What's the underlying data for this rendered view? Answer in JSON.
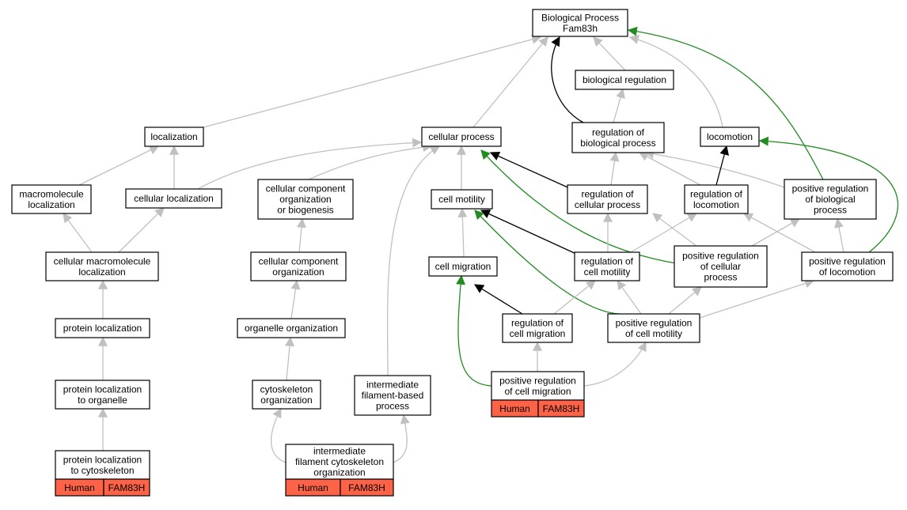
{
  "colors": {
    "is_a": "#c0c0c0",
    "regulates": "#000000",
    "positively_regulates": "#228b22",
    "annotation": "#ff6347"
  },
  "nodes": [
    {
      "id": "bp",
      "lines": [
        "Biological Process",
        "Fam83h"
      ]
    },
    {
      "id": "breg",
      "lines": [
        "biological regulation"
      ]
    },
    {
      "id": "loc",
      "lines": [
        "localization"
      ]
    },
    {
      "id": "cellproc",
      "lines": [
        "cellular process"
      ]
    },
    {
      "id": "regbp",
      "lines": [
        "regulation of",
        "biological process"
      ]
    },
    {
      "id": "locom",
      "lines": [
        "locomotion"
      ]
    },
    {
      "id": "macroloc",
      "lines": [
        "macromolecule",
        "localization"
      ]
    },
    {
      "id": "cellloc",
      "lines": [
        "cellular localization"
      ]
    },
    {
      "id": "ccob",
      "lines": [
        "cellular component",
        "organization",
        "or biogenesis"
      ]
    },
    {
      "id": "cellmot",
      "lines": [
        "cell motility"
      ]
    },
    {
      "id": "regcp",
      "lines": [
        "regulation of",
        "cellular process"
      ]
    },
    {
      "id": "reglocom",
      "lines": [
        "regulation of",
        "locomotion"
      ]
    },
    {
      "id": "posregbp",
      "lines": [
        "positive regulation",
        "of biological",
        "process"
      ]
    },
    {
      "id": "cmacroloc",
      "lines": [
        "cellular macromolecule",
        "localization"
      ]
    },
    {
      "id": "cco",
      "lines": [
        "cellular component",
        "organization"
      ]
    },
    {
      "id": "cellmig",
      "lines": [
        "cell migration"
      ]
    },
    {
      "id": "regcellmot",
      "lines": [
        "regulation of",
        "cell motility"
      ]
    },
    {
      "id": "posregcp",
      "lines": [
        "positive regulation",
        "of cellular",
        "process"
      ]
    },
    {
      "id": "posreglocom",
      "lines": [
        "positive regulation",
        "of locomotion"
      ]
    },
    {
      "id": "protloc",
      "lines": [
        "protein localization"
      ]
    },
    {
      "id": "orgorg",
      "lines": [
        "organelle organization"
      ]
    },
    {
      "id": "regcellmig",
      "lines": [
        "regulation of",
        "cell migration"
      ]
    },
    {
      "id": "posregcellmot",
      "lines": [
        "positive regulation",
        "of cell motility"
      ]
    },
    {
      "id": "protlocorg",
      "lines": [
        "protein localization",
        "to organelle"
      ]
    },
    {
      "id": "cytoorg",
      "lines": [
        "cytoskeleton",
        "organization"
      ]
    },
    {
      "id": "ifbp",
      "lines": [
        "intermediate",
        "filament-based",
        "process"
      ]
    },
    {
      "id": "posregcellmig",
      "lines": [
        "positive regulation",
        "of cell migration"
      ],
      "annotation": [
        "Human",
        "FAM83H"
      ]
    },
    {
      "id": "protloccyto",
      "lines": [
        "protein localization",
        "to cytoskeleton"
      ],
      "annotation": [
        "Human",
        "FAM83H"
      ]
    },
    {
      "id": "ifco",
      "lines": [
        "intermediate",
        "filament cytoskeleton",
        "organization"
      ],
      "annotation": [
        "Human",
        "FAM83H"
      ]
    }
  ],
  "edges": [
    {
      "from": "loc",
      "to": "bp",
      "type": "is_a"
    },
    {
      "from": "cellproc",
      "to": "bp",
      "type": "is_a"
    },
    {
      "from": "breg",
      "to": "bp",
      "type": "is_a"
    },
    {
      "from": "regbp",
      "to": "bp",
      "type": "regulates"
    },
    {
      "from": "locom",
      "to": "bp",
      "type": "is_a"
    },
    {
      "from": "posregbp",
      "to": "bp",
      "type": "positively_regulates"
    },
    {
      "from": "regbp",
      "to": "breg",
      "type": "is_a"
    },
    {
      "from": "macroloc",
      "to": "loc",
      "type": "is_a"
    },
    {
      "from": "cellloc",
      "to": "loc",
      "type": "is_a"
    },
    {
      "from": "cellloc",
      "to": "cellproc",
      "type": "is_a"
    },
    {
      "from": "ccob",
      "to": "cellproc",
      "type": "is_a"
    },
    {
      "from": "ifbp",
      "to": "cellproc",
      "type": "is_a"
    },
    {
      "from": "cellmot",
      "to": "cellproc",
      "type": "is_a"
    },
    {
      "from": "regcp",
      "to": "cellproc",
      "type": "regulates"
    },
    {
      "from": "posregcp",
      "to": "cellproc",
      "type": "positively_regulates"
    },
    {
      "from": "regcp",
      "to": "regbp",
      "type": "is_a"
    },
    {
      "from": "reglocom",
      "to": "regbp",
      "type": "is_a"
    },
    {
      "from": "posregbp",
      "to": "regbp",
      "type": "is_a"
    },
    {
      "from": "reglocom",
      "to": "locom",
      "type": "regulates"
    },
    {
      "from": "posreglocom",
      "to": "locom",
      "type": "positively_regulates"
    },
    {
      "from": "cellmig",
      "to": "cellmot",
      "type": "is_a"
    },
    {
      "from": "regcellmot",
      "to": "cellmot",
      "type": "regulates"
    },
    {
      "from": "posregcellmot",
      "to": "cellmot",
      "type": "positively_regulates"
    },
    {
      "from": "regcellmot",
      "to": "regcp",
      "type": "is_a"
    },
    {
      "from": "regcellmot",
      "to": "reglocom",
      "type": "is_a"
    },
    {
      "from": "posregcp",
      "to": "regcp",
      "type": "is_a"
    },
    {
      "from": "posregcp",
      "to": "posregbp",
      "type": "is_a"
    },
    {
      "from": "posreglocom",
      "to": "reglocom",
      "type": "is_a"
    },
    {
      "from": "posreglocom",
      "to": "posregbp",
      "type": "is_a"
    },
    {
      "from": "cmacroloc",
      "to": "macroloc",
      "type": "is_a"
    },
    {
      "from": "cmacroloc",
      "to": "cellloc",
      "type": "is_a"
    },
    {
      "from": "cco",
      "to": "ccob",
      "type": "is_a"
    },
    {
      "from": "orgorg",
      "to": "cco",
      "type": "is_a"
    },
    {
      "from": "protloc",
      "to": "cmacroloc",
      "type": "is_a"
    },
    {
      "from": "protlocorg",
      "to": "protloc",
      "type": "is_a"
    },
    {
      "from": "protloccyto",
      "to": "protlocorg",
      "type": "is_a"
    },
    {
      "from": "cytoorg",
      "to": "orgorg",
      "type": "is_a"
    },
    {
      "from": "ifco",
      "to": "cytoorg",
      "type": "is_a"
    },
    {
      "from": "ifco",
      "to": "ifbp",
      "type": "is_a"
    },
    {
      "from": "regcellmig",
      "to": "cellmig",
      "type": "regulates"
    },
    {
      "from": "regcellmig",
      "to": "regcellmot",
      "type": "is_a"
    },
    {
      "from": "posregcellmot",
      "to": "regcellmot",
      "type": "is_a"
    },
    {
      "from": "posregcellmot",
      "to": "posregcp",
      "type": "is_a"
    },
    {
      "from": "posregcellmot",
      "to": "posreglocom",
      "type": "is_a"
    },
    {
      "from": "posregcellmig",
      "to": "cellmig",
      "type": "positively_regulates"
    },
    {
      "from": "posregcellmig",
      "to": "regcellmig",
      "type": "is_a"
    },
    {
      "from": "posregcellmig",
      "to": "posregcellmot",
      "type": "is_a"
    }
  ]
}
